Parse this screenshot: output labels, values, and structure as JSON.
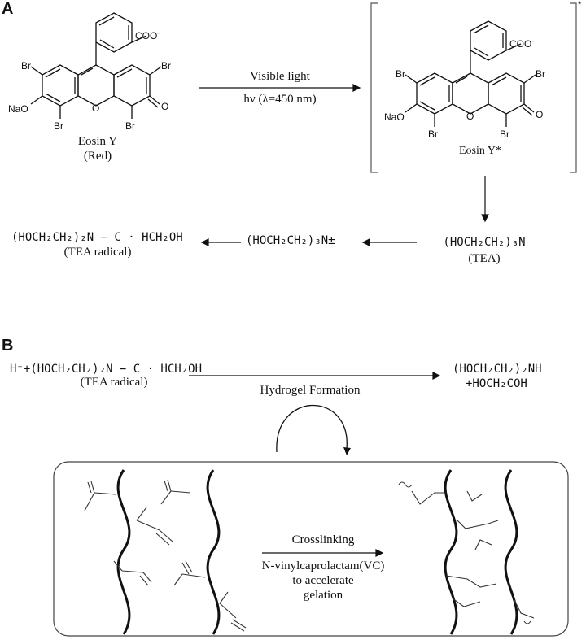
{
  "panel_a": {
    "label": "A",
    "molecule_left": {
      "coo": "COO",
      "coo_charge": "-",
      "br": "Br",
      "o_ring": "O",
      "o_keto": "O",
      "nao": "NaO",
      "name": "Eosin Y",
      "color_note": "(Red)"
    },
    "arrow_top_label": "Visible light",
    "arrow_bottom_label": "hν (λ=450 nm)",
    "molecule_right": {
      "coo": "COO",
      "coo_charge": "-",
      "br": "Br",
      "o_ring": "O",
      "o_keto": "O",
      "nao": "NaO",
      "name": "Eosin Y*",
      "excited_mark": "*"
    },
    "tea": "(HOCH₂CH₂)₃N",
    "tea_label": "(TEA)",
    "tea_cation": "(HOCH₂CH₂)₃N±",
    "tea_radical": "(HOCH₂CH₂)₂N − C · HCH₂OH",
    "tea_radical_label": "(TEA radical)"
  },
  "panel_b": {
    "label": "B",
    "reactant": "H⁺+(HOCH₂CH₂)₂N − C · HCH₂OH",
    "reactant_label": "(TEA radical)",
    "product_line1": "(HOCH₂CH₂)₂NH",
    "product_line2": "+HOCH₂COH",
    "arrow_label": "Hydrogel Formation",
    "crosslink_top": "Crosslinking",
    "crosslink_bottom_1": "N-vinylcaprolactam(VC)",
    "crosslink_bottom_2": "to accelerate",
    "crosslink_bottom_3": "gelation"
  }
}
